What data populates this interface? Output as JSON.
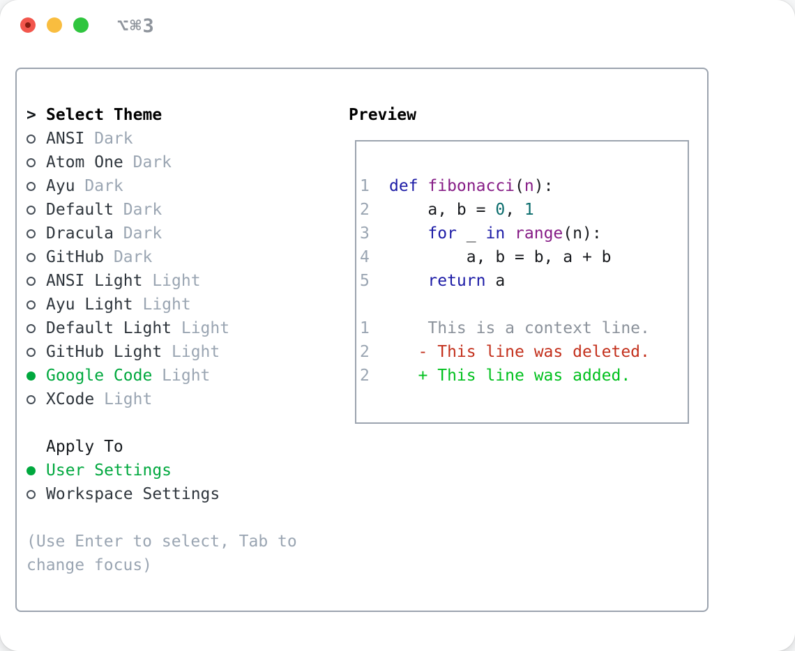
{
  "window": {
    "title": "⌥⌘3"
  },
  "icons": {
    "close": "red-circle-with-dot",
    "minimize": "yellow-circle",
    "zoom": "green-circle",
    "prompt": ">",
    "radio_off": "○",
    "radio_on": "●"
  },
  "colors": {
    "selected_green": "#00a83e",
    "keyword_blue": "#1c1ba6",
    "function_purple": "#861c86",
    "number_teal": "#0a6c6c",
    "plain_text": "#17191d",
    "muted_gray": "#9aa5b2",
    "diff_context_gray": "#8b929b",
    "diff_deleted_red": "#c3301c",
    "diff_added_green": "#00c01d",
    "panel_border": "#9ba3ae",
    "traffic_red": "#f2564c",
    "traffic_yellow": "#f9bd3f",
    "traffic_green": "#2fc53e"
  },
  "theme_picker": {
    "header": {
      "marker": ">",
      "label": "Select Theme"
    },
    "items": [
      {
        "name": "ANSI",
        "variant": "Dark",
        "selected": false
      },
      {
        "name": "Atom One",
        "variant": "Dark",
        "selected": false
      },
      {
        "name": "Ayu",
        "variant": "Dark",
        "selected": false
      },
      {
        "name": "Default",
        "variant": "Dark",
        "selected": false
      },
      {
        "name": "Dracula",
        "variant": "Dark",
        "selected": false
      },
      {
        "name": "GitHub",
        "variant": "Dark",
        "selected": false
      },
      {
        "name": "ANSI Light",
        "variant": "Light",
        "selected": false
      },
      {
        "name": "Ayu Light",
        "variant": "Light",
        "selected": false
      },
      {
        "name": "Default Light",
        "variant": "Light",
        "selected": false
      },
      {
        "name": "GitHub Light",
        "variant": "Light",
        "selected": false
      },
      {
        "name": "Google Code",
        "variant": "Light",
        "selected": true
      },
      {
        "name": "XCode",
        "variant": "Light",
        "selected": false
      }
    ],
    "apply_to": {
      "label": "Apply To",
      "options": [
        {
          "name": "User Settings",
          "selected": true
        },
        {
          "name": "Workspace Settings",
          "selected": false
        }
      ]
    },
    "hint_lines": [
      "(Use Enter to select, Tab to",
      "change focus)"
    ]
  },
  "preview": {
    "label": "Preview",
    "code_lines": [
      {
        "num": "1",
        "segments": [
          {
            "text": "def ",
            "tok": "kw"
          },
          {
            "text": "fibonacci",
            "tok": "fn"
          },
          {
            "text": "(",
            "tok": "pl"
          },
          {
            "text": "n",
            "tok": "fn"
          },
          {
            "text": "):",
            "tok": "pl"
          }
        ]
      },
      {
        "num": "2",
        "segments": [
          {
            "text": "    a, b = ",
            "tok": "pl"
          },
          {
            "text": "0",
            "tok": "num"
          },
          {
            "text": ", ",
            "tok": "pl"
          },
          {
            "text": "1",
            "tok": "num"
          }
        ]
      },
      {
        "num": "3",
        "segments": [
          {
            "text": "    ",
            "tok": "pl"
          },
          {
            "text": "for",
            "tok": "kw"
          },
          {
            "text": " _ ",
            "tok": "pl"
          },
          {
            "text": "in",
            "tok": "kw"
          },
          {
            "text": " ",
            "tok": "pl"
          },
          {
            "text": "range",
            "tok": "fn"
          },
          {
            "text": "(n):",
            "tok": "pl"
          }
        ]
      },
      {
        "num": "4",
        "segments": [
          {
            "text": "        a, b = b, a + b",
            "tok": "pl"
          }
        ]
      },
      {
        "num": "5",
        "segments": [
          {
            "text": "    ",
            "tok": "pl"
          },
          {
            "text": "return",
            "tok": "kw"
          },
          {
            "text": " a",
            "tok": "pl"
          }
        ]
      }
    ],
    "diff_lines": [
      {
        "num": "1",
        "text": "    This is a context line.",
        "kind": "context"
      },
      {
        "num": "2",
        "text": "   - This line was deleted.",
        "kind": "deleted"
      },
      {
        "num": "2",
        "text": "   + This line was added.",
        "kind": "added"
      }
    ]
  }
}
